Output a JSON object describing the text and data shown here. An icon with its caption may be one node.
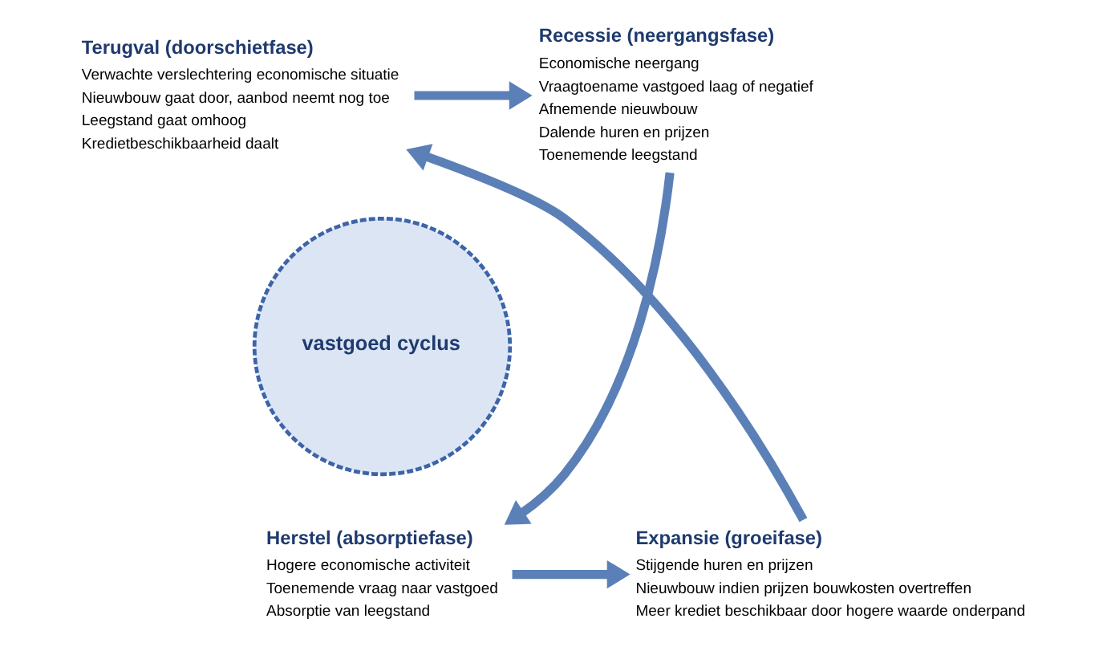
{
  "diagram": {
    "nodes": [
      {
        "text": [
          "Terugval (doorschietfase)",
          "Verwachte verslechtering economische situatie",
          "Nieuwbouw gaat door, aanbod neemt nog toe",
          "Leegstand gaat omhoog",
          "Kredietbeschikbaarheid daalt"
        ]
      },
      {
        "text": [
          "Recessie (neergangsfase)",
          "Economische neergang",
          "Vraagtoename vastgoed laag of negatief",
          "Afnemende nieuwbouw",
          "Dalende huren en prijzen",
          "Toenemende leegstand"
        ]
      },
      {
        "text": [
          "Herstel (absorptiefase)",
          "Hogere economische activiteit",
          "Toenemende vraag naar vastgoed",
          "Absorptie van leegstand"
        ]
      },
      {
        "text": [
          "Expansie (groeifase)",
          "Stijgende huren en prijzen",
          "Nieuwbouw indien prijzen bouwkosten overtreffen",
          "Meer krediet beschikbaar door hogere waarde onderpand"
        ]
      },
      {
        "text": [
          "vastgoed cyclus"
        ]
      }
    ],
    "edges": [
      {
        "from": 0,
        "to": 1,
        "arrow": "to"
      },
      {
        "from": 1,
        "to": 2,
        "arrow": "to"
      },
      {
        "from": 2,
        "to": 3,
        "arrow": "to"
      },
      {
        "from": 3,
        "to": 0,
        "arrow": "to"
      }
    ]
  }
}
